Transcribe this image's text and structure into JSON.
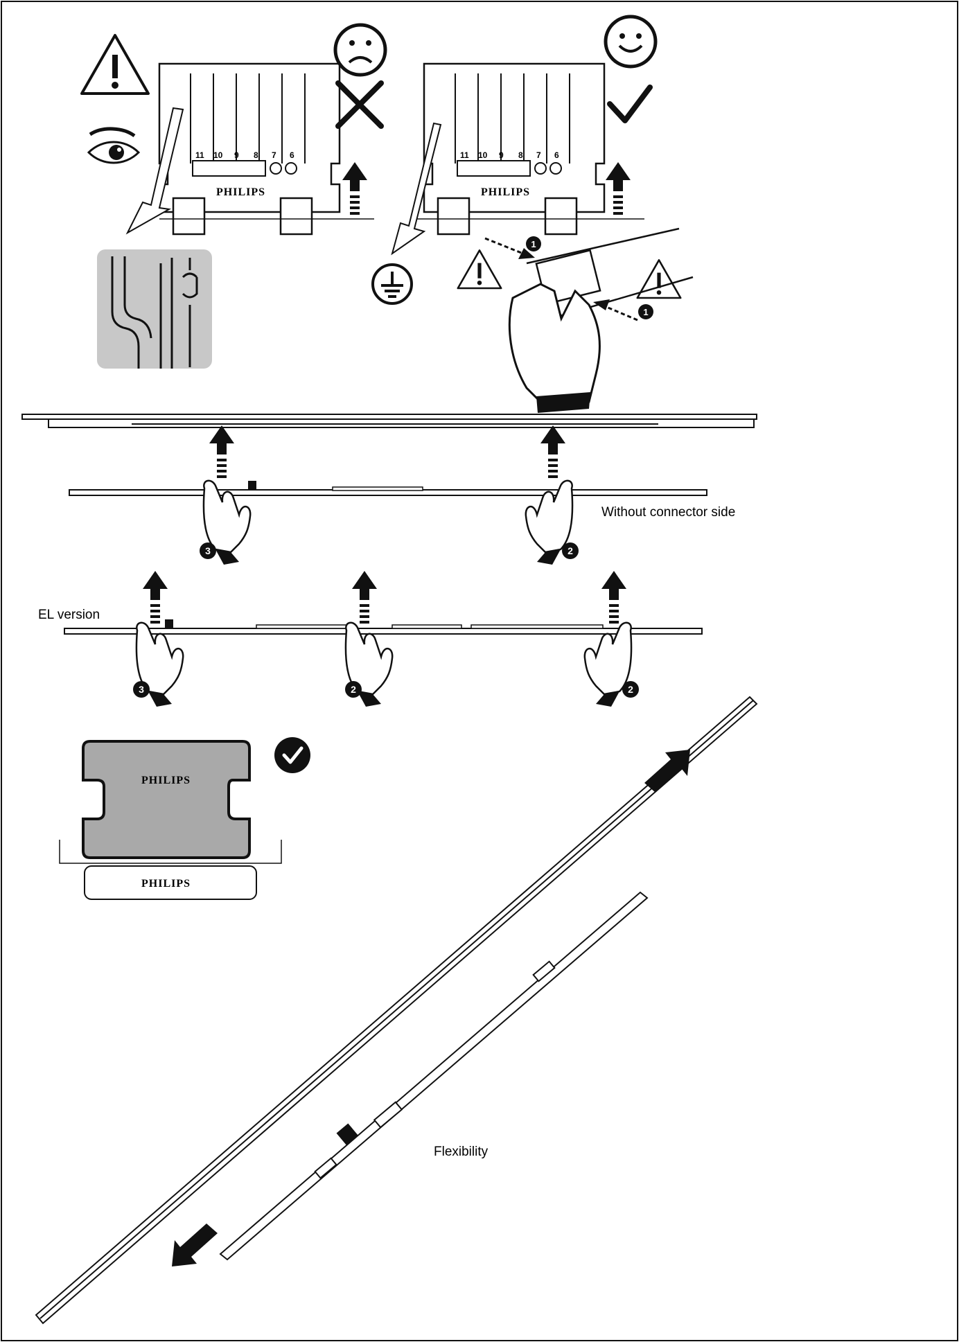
{
  "labels": {
    "without_connector_side": "Without connector side",
    "el_version": "EL version",
    "flexibility": "Flexibility"
  },
  "brand": {
    "name": "PHILIPS"
  },
  "terminal_numbers": [
    "11",
    "10",
    "9",
    "8",
    "7",
    "6"
  ],
  "step_numbers": {
    "one": "1",
    "two": "2",
    "three": "3"
  },
  "icons": {
    "warning": "warning-triangle-icon",
    "eye": "eye-icon",
    "sad": "sad-face-icon",
    "happy": "happy-face-icon",
    "cross": "cross-icon",
    "check": "check-icon",
    "ground": "ground-symbol-icon",
    "hand": "hand-icon",
    "arrow": "arrow-up-icon"
  },
  "colors": {
    "line": "#111111",
    "grey_panel": "#c8c8c8",
    "cover_grey": "#a9a9a9"
  }
}
